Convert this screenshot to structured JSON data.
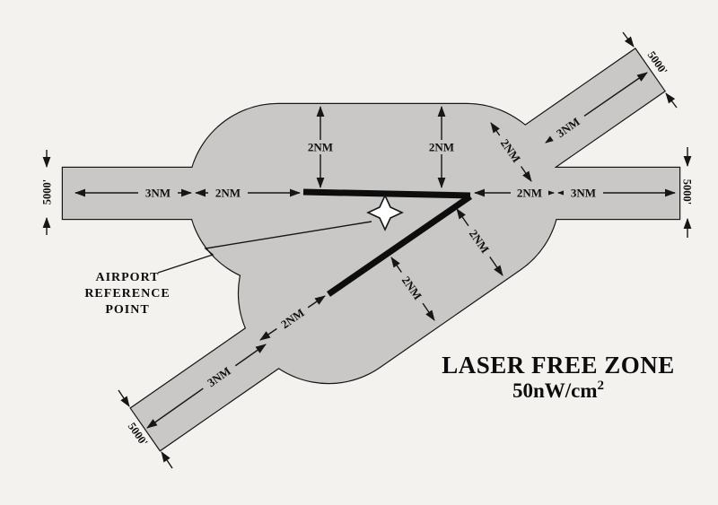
{
  "title": {
    "text": "LASER FREE ZONE",
    "value_base": "50nW/cm",
    "value_exp": "2"
  },
  "callout": {
    "line1": "AIRPORT",
    "line2": "REFERENCE",
    "line3": "POINT"
  },
  "dimensions": {
    "west_width": "5000'",
    "west_corridor": "3NM",
    "west_extension": "2NM",
    "runway_north_left": "2NM",
    "runway_north_right": "2NM",
    "junction_upper": "2NM",
    "east_extension": "2NM",
    "east_corridor": "3NM",
    "east_width": "5000'",
    "northeast_corridor": "3NM",
    "northeast_width": "5000'",
    "diagonal_upper_lateral": "2NM",
    "diagonal_lower_lateral": "2NM",
    "southwest_extension": "2NM",
    "southwest_corridor": "3NM",
    "southwest_width": "5000'"
  },
  "colors": {
    "zone_fill": "#c9c8c6",
    "ink": "#161616",
    "paper": "#f3f2ef"
  }
}
